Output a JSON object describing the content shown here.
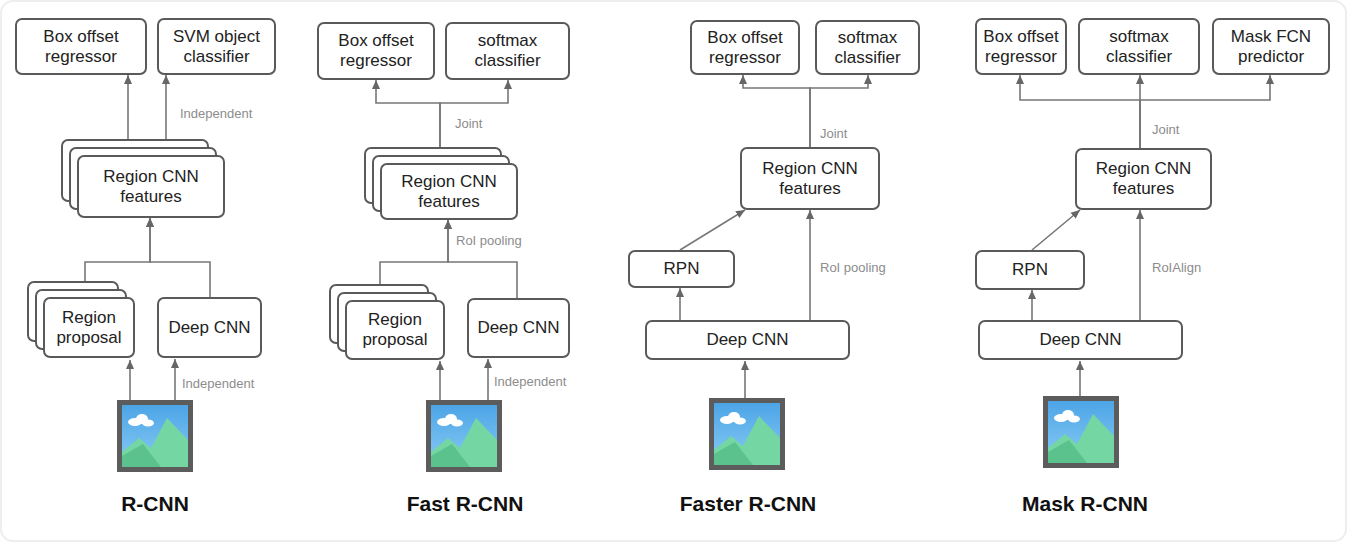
{
  "diagram": {
    "nodes": [
      {
        "text": [
          "Box offset regressor"
        ]
      },
      {
        "text": [
          "SVM object classifier"
        ]
      },
      {
        "text": [
          "Region CNN features"
        ]
      },
      {
        "text": [
          "Region proposal"
        ]
      },
      {
        "text": [
          "Deep CNN"
        ]
      },
      {
        "text": [
          "Box offset regressor"
        ]
      },
      {
        "text": [
          "softmax classifier"
        ]
      },
      {
        "text": [
          "Region CNN features"
        ]
      },
      {
        "text": [
          "Region proposal"
        ]
      },
      {
        "text": [
          "Deep CNN"
        ]
      },
      {
        "text": [
          "Box offset regressor"
        ]
      },
      {
        "text": [
          "softmax classifier"
        ]
      },
      {
        "text": [
          "Region CNN features"
        ]
      },
      {
        "text": [
          "RPN"
        ]
      },
      {
        "text": [
          "Deep CNN"
        ]
      },
      {
        "text": [
          "Box offset regressor"
        ]
      },
      {
        "text": [
          "softmax classifier"
        ]
      },
      {
        "text": [
          "Mask FCN predictor"
        ]
      },
      {
        "text": [
          "Region CNN features"
        ]
      },
      {
        "text": [
          "RPN"
        ]
      },
      {
        "text": [
          "Deep CNN"
        ]
      }
    ],
    "edges": [
      {
        "from": 2,
        "to": 0,
        "arrow": "to"
      },
      {
        "from": 2,
        "to": 1,
        "label": "Independent",
        "arrow": "to"
      },
      {
        "from": 3,
        "to": 2,
        "arrow": "to"
      },
      {
        "from": 4,
        "to": 2,
        "arrow": "to"
      },
      {
        "from": 7,
        "to": 5,
        "label": "Joint",
        "arrow": "to"
      },
      {
        "from": 7,
        "to": 6,
        "arrow": "to"
      },
      {
        "from": 8,
        "to": 7,
        "arrow": "to"
      },
      {
        "from": 9,
        "to": 7,
        "label": "RoI pooling",
        "arrow": "to"
      },
      {
        "from": 12,
        "to": 10,
        "label": "Joint",
        "arrow": "to"
      },
      {
        "from": 12,
        "to": 11,
        "arrow": "to"
      },
      {
        "from": 14,
        "to": 13,
        "arrow": "to"
      },
      {
        "from": 13,
        "to": 12,
        "arrow": "to"
      },
      {
        "from": 14,
        "to": 12,
        "label": "RoI pooling",
        "arrow": "to"
      },
      {
        "from": 18,
        "to": 15,
        "label": "Joint",
        "arrow": "to"
      },
      {
        "from": 18,
        "to": 16,
        "arrow": "to"
      },
      {
        "from": 18,
        "to": 17,
        "arrow": "to"
      },
      {
        "from": 20,
        "to": 19,
        "arrow": "to"
      },
      {
        "from": 19,
        "to": 18,
        "arrow": "to"
      },
      {
        "from": 20,
        "to": 18,
        "label": "RoIAlign",
        "arrow": "to"
      }
    ],
    "labels": [
      "Independent",
      "Independent",
      "R-CNN",
      "Fast R-CNN",
      "Faster R-CNN",
      "Mask R-CNN"
    ]
  }
}
